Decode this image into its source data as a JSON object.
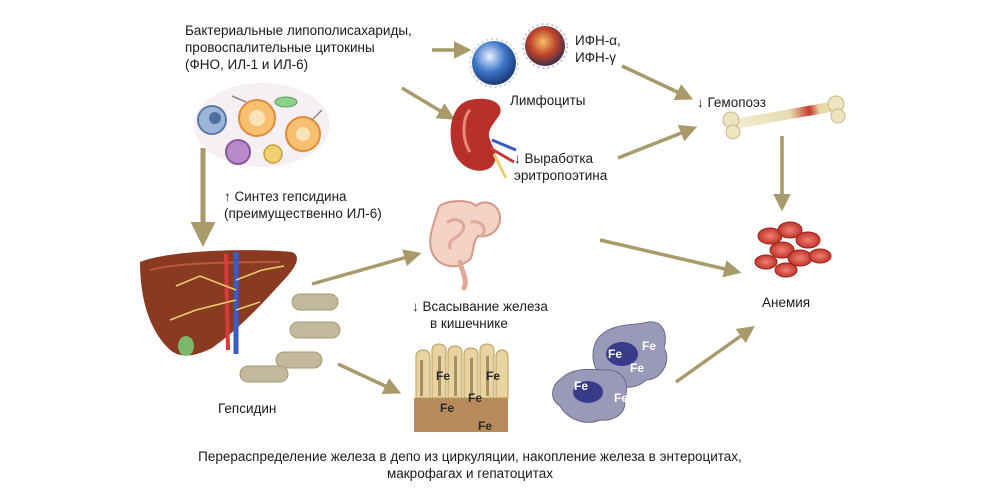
{
  "labels": {
    "inflammation_line1": "Бактериальные липополисахариды,",
    "inflammation_line2": "провоспалительные цитокины",
    "inflammation_line3": "(ФНО, ИЛ-1 и ИЛ-6)",
    "ifn_line1": "ИФН-α,",
    "ifn_line2": "ИФН-γ",
    "lymphocytes": "Лимфоциты",
    "hemopoiesis": "↓ Гемопоэз",
    "epo_line1": "↓ Выработка",
    "epo_line2": "эритропоэтина",
    "hepcidin_synthesis_line1": "↑ Синтез гепсидина",
    "hepcidin_synthesis_line2": "(преимущественно ИЛ-6)",
    "absorption_line1": "↓ Всасывание железа",
    "absorption_line2": "в кишечнике",
    "anemia": "Анемия",
    "hepcidin": "Гепсидин",
    "caption_line1": "Перераспределение железа в депо из циркуляции, накопление железа в энтероцитах,",
    "caption_line2": "макрофагах и гепатоцитах"
  },
  "iron_symbol": "Fe",
  "colors": {
    "arrow": "#a89a6a",
    "hepcidin_pill": "#c2b89a",
    "liver": "#8b3a22",
    "kidney": "#b8302a",
    "intestine": "#f0c8bc",
    "rbc": "#d03a30",
    "macrophage": "#8e8ea8",
    "villi": "#e8d4a0"
  },
  "icons": [
    "immune-cells-icon",
    "lymphocyte-icon",
    "kidney-icon",
    "bone-icon",
    "liver-icon",
    "intestine-icon",
    "villi-icon",
    "macrophage-icon",
    "red-blood-cells-icon",
    "hepcidin-molecules-icon"
  ]
}
